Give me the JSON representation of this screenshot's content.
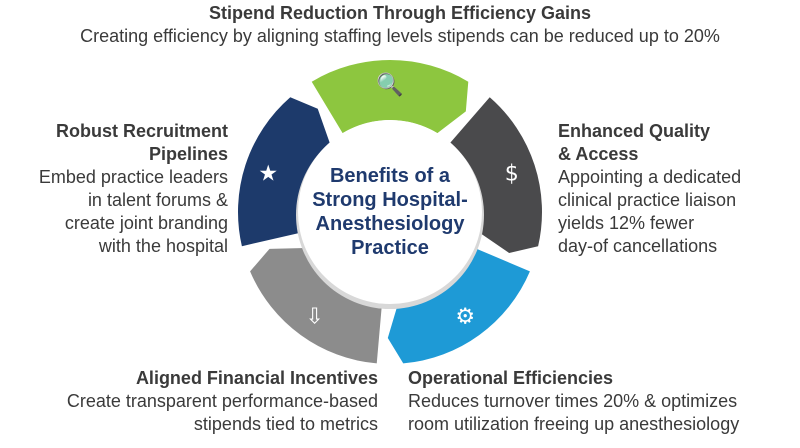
{
  "header": {
    "title": "Stipend Reduction Through Efficiency Gains",
    "subtitle": "Creating efficiency by aligning staffing levels stipends can be reduced up to 20%"
  },
  "center": {
    "lines": [
      "Benefits of a",
      "Strong Hospital-",
      "Anesthesiology",
      "Practice"
    ]
  },
  "benefits": {
    "recruitment": {
      "title_lines": [
        "Robust Recruitment",
        "Pipelines"
      ],
      "body_lines": [
        "Embed practice leaders",
        "in talent forums &",
        "create joint branding",
        "with the hospital"
      ]
    },
    "quality": {
      "title_lines": [
        "Enhanced Quality",
        "& Access"
      ],
      "body_lines": [
        "Appointing a dedicated",
        "clinical practice liaison",
        "yields 12% fewer",
        "day-of cancellations"
      ]
    },
    "financial": {
      "title": "Aligned Financial Incentives",
      "body_lines": [
        "Create transparent performance-based",
        "stipends tied to metrics"
      ]
    },
    "operational": {
      "title": "Operational Efficiencies",
      "body_lines": [
        "Reduces turnover times 20% & optimizes",
        "room utilization freeing up anesthesiology"
      ]
    }
  },
  "segments": [
    {
      "name": "stipend",
      "color": "#8dc63f",
      "icon": "people-search-icon"
    },
    {
      "name": "quality",
      "color": "#4a4a4c",
      "icon": "liaison-dollar-icon"
    },
    {
      "name": "operational",
      "color": "#1e9ad6",
      "icon": "gear-arrows-icon"
    },
    {
      "name": "financial",
      "color": "#8c8c8c",
      "icon": "dollar-down-icon"
    },
    {
      "name": "recruitment",
      "color": "#1d3a6b",
      "icon": "thumbs-up-stars-icon"
    }
  ],
  "colors": {
    "text": "#3a3a3a",
    "center_text": "#1f3a6e"
  }
}
